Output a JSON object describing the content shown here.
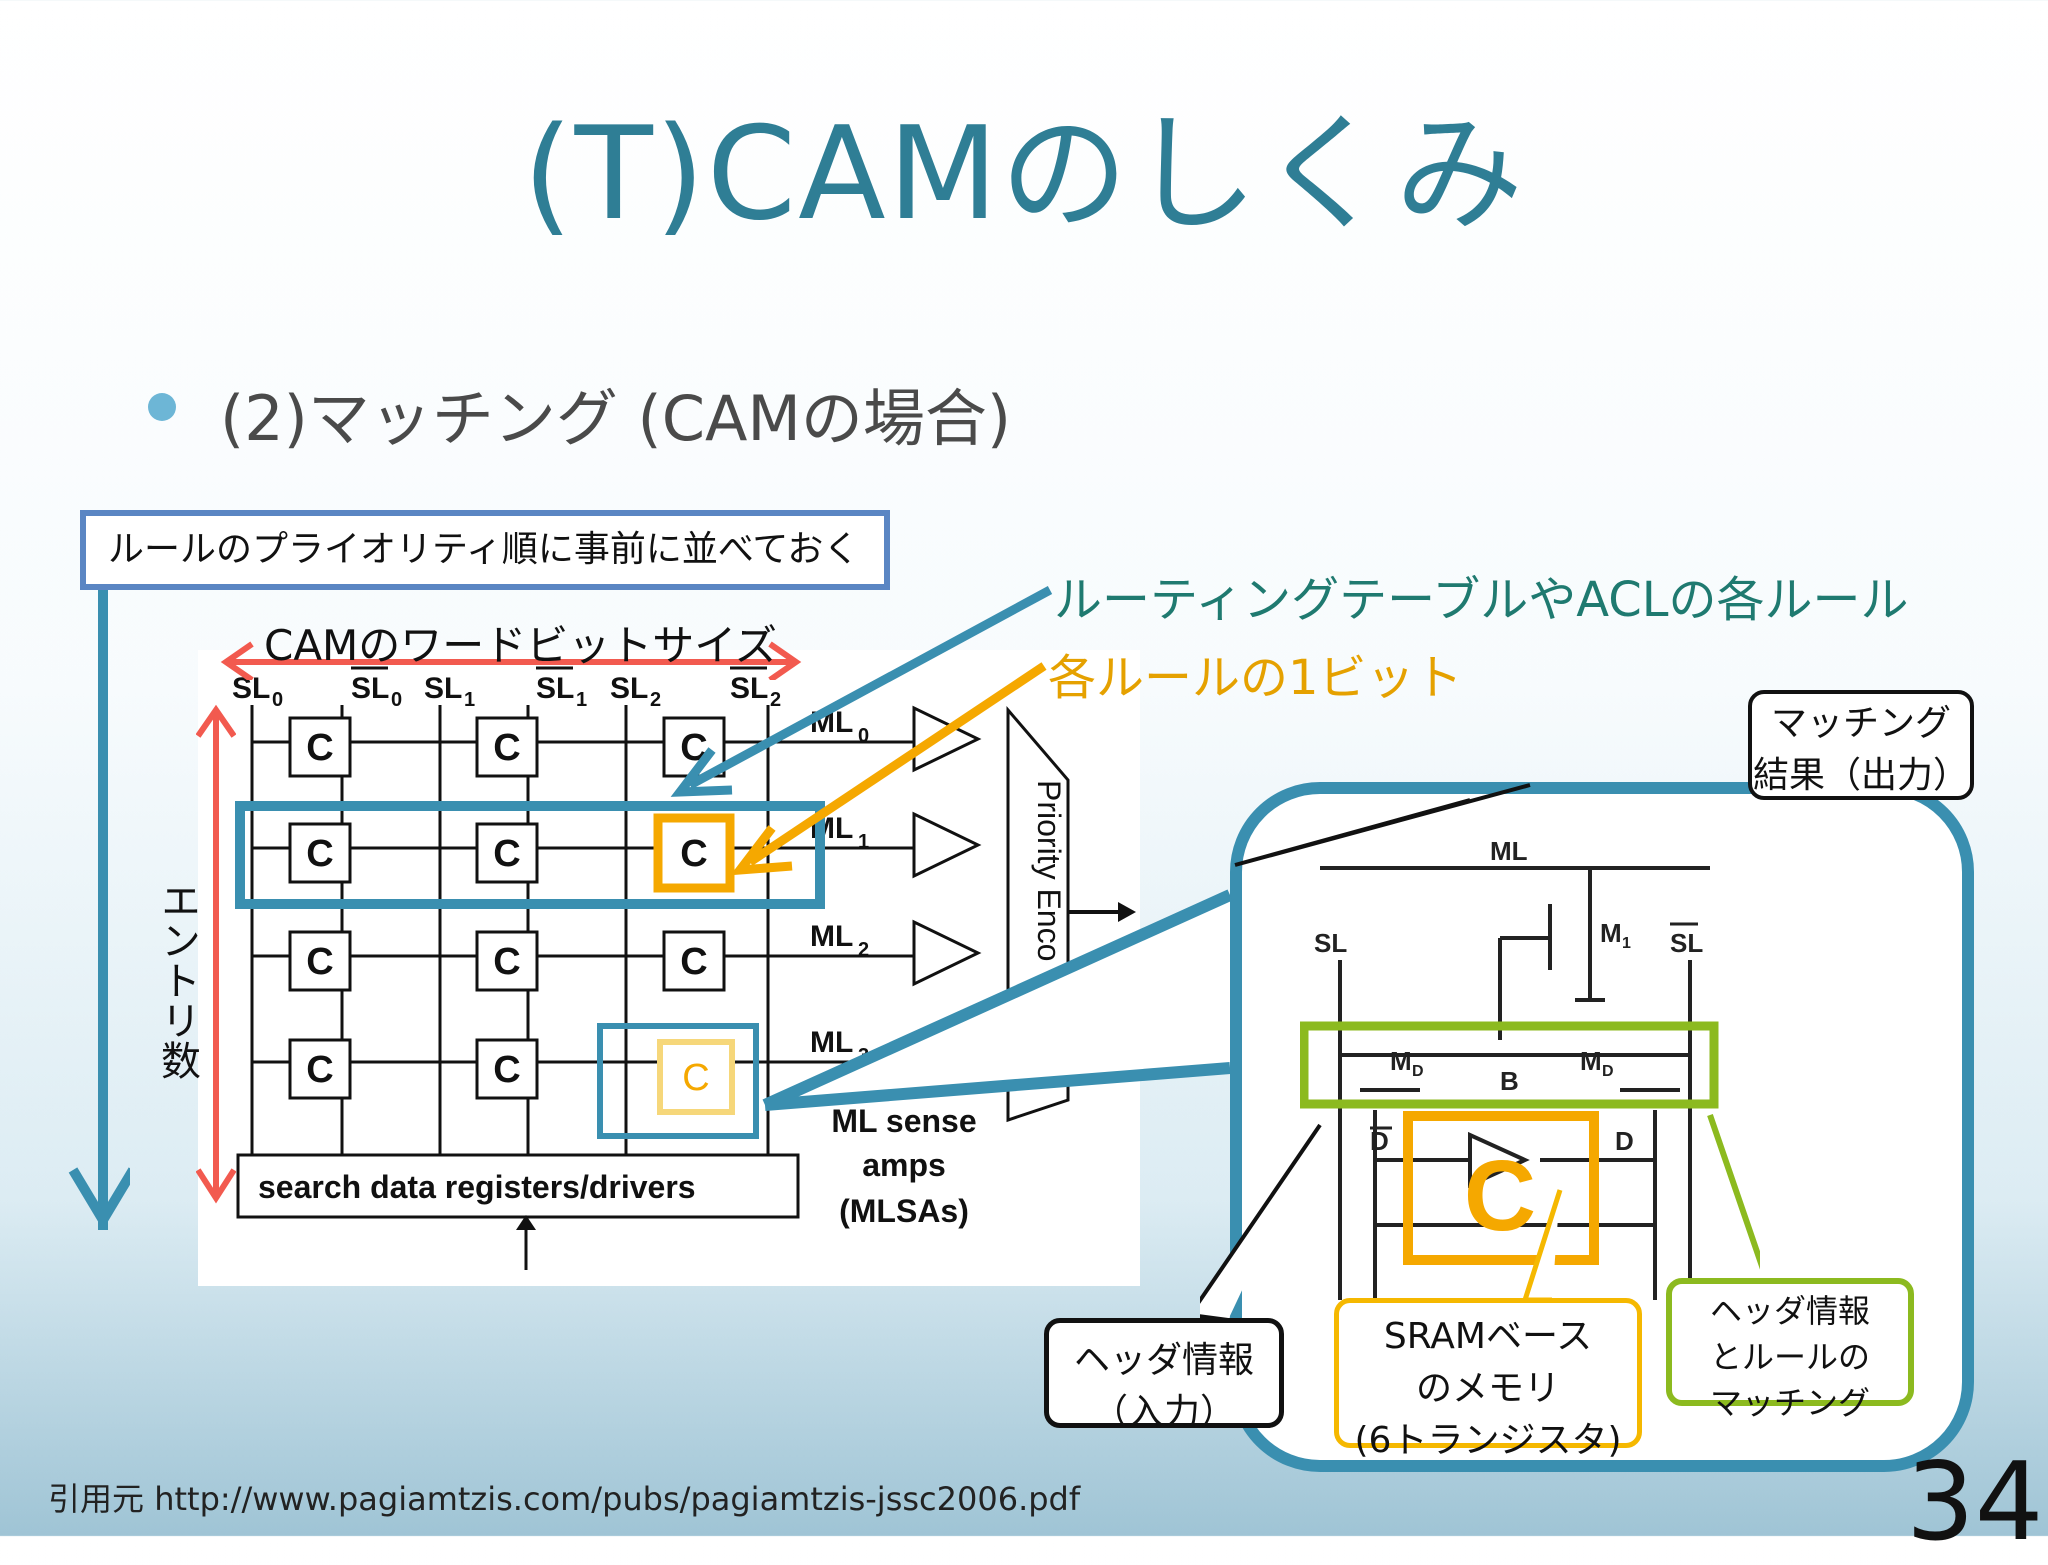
{
  "slide": {
    "title": "(T)CAMのしくみ",
    "bullet": "(2)マッチング (CAMの場合)",
    "page_number": "34",
    "citation_prefix": "引用元",
    "citation_url": "http://www.pagiamtzis.com/pubs/pagiamtzis-jssc2006.pdf"
  },
  "annotations": {
    "priority_note": "ルールのプライオリティ順に事前に並べておく",
    "word_bit_size": "CAMのワードビットサイズ",
    "entry_count": "エントリ数",
    "rule_label": "ルーティングテーブルやACLの各ルール",
    "bit_label": "各ルールの1ビット"
  },
  "cam_diagram": {
    "search_lines": [
      "SL",
      "SL",
      "SL",
      "SL",
      "SL",
      "SL"
    ],
    "search_line_subscripts": [
      "0",
      "0",
      "1",
      "1",
      "2",
      "2"
    ],
    "match_lines": [
      "ML",
      "ML",
      "ML",
      "ML"
    ],
    "match_line_subscripts": [
      "0",
      "1",
      "2",
      "3"
    ],
    "cell_label": "C",
    "priority_encoder": "Priority Enco",
    "drivers": "search data registers/drivers",
    "sense_amps": [
      "ML sense",
      "amps",
      "(MLSAs)"
    ]
  },
  "cell_diagram": {
    "ml": "ML",
    "sl": "SL",
    "sl_bar": "SL",
    "m1": "M",
    "m1_sub": "1",
    "md": "M",
    "md_sub": "D",
    "b": "B",
    "d": "D",
    "d_bar": "D",
    "c": "C"
  },
  "callouts": {
    "match_result": [
      "マッチング",
      "結果（出力）"
    ],
    "header_input": [
      "ヘッダ情報",
      "（入力）"
    ],
    "sram": [
      "SRAMベース",
      "のメモリ",
      "(6トランジスタ)"
    ],
    "header_match": [
      "ヘッダ情報",
      "とルールの",
      "マッチング"
    ]
  },
  "colors": {
    "title": "#2f7e95",
    "teal_frame": "#3a8fb0",
    "orange": "#f5a800",
    "green": "#8cba1f",
    "red_arrow": "#f25a4f",
    "blue_box": "#5a86c3"
  }
}
